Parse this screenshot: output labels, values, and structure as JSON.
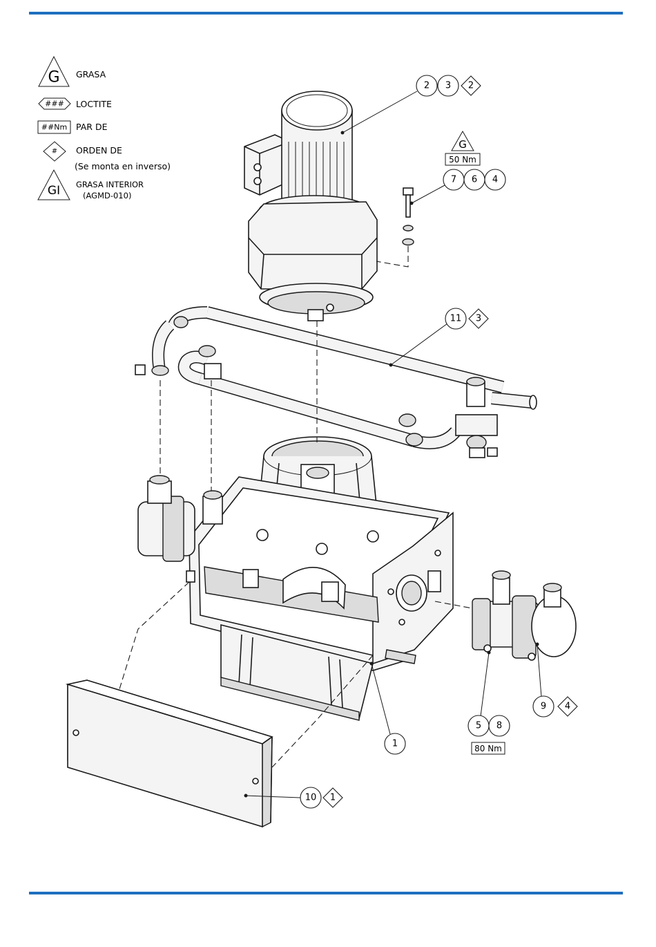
{
  "colors": {
    "rule": "#1e6fbf",
    "ink": "#1a1a1a"
  },
  "legend": {
    "grease_symbol": "G",
    "grease": "GRASA",
    "loctite_symbol": "###",
    "loctite": "LOCTITE",
    "torque_symbol": "##Nm",
    "torque": "PAR DE",
    "order_symbol": "#",
    "order": "ORDEN DE",
    "order_note": "(Se monta en inverso)",
    "inner_grease_symbol": "GI",
    "inner_grease": "GRASA INTERIOR",
    "inner_grease_code": "(AGMD-010)"
  },
  "callouts": {
    "motor": {
      "items": [
        "2",
        "3"
      ],
      "order": "2"
    },
    "bolt": {
      "items": [
        "7",
        "6",
        "4"
      ],
      "grease": "G",
      "torque": "50 Nm"
    },
    "pipes": {
      "items": [
        "11"
      ],
      "order": "3"
    },
    "valve": {
      "items": [
        "9"
      ],
      "order": "4"
    },
    "fittings": {
      "items": [
        "5",
        "8"
      ],
      "torque": "80 Nm"
    },
    "body": {
      "items": [
        "1"
      ]
    },
    "cover": {
      "items": [
        "10"
      ],
      "order": "1"
    }
  },
  "icons": [
    "grease-triangle-icon",
    "loctite-hexagon-icon",
    "torque-box-icon",
    "order-diamond-icon",
    "inner-grease-triangle-icon"
  ]
}
